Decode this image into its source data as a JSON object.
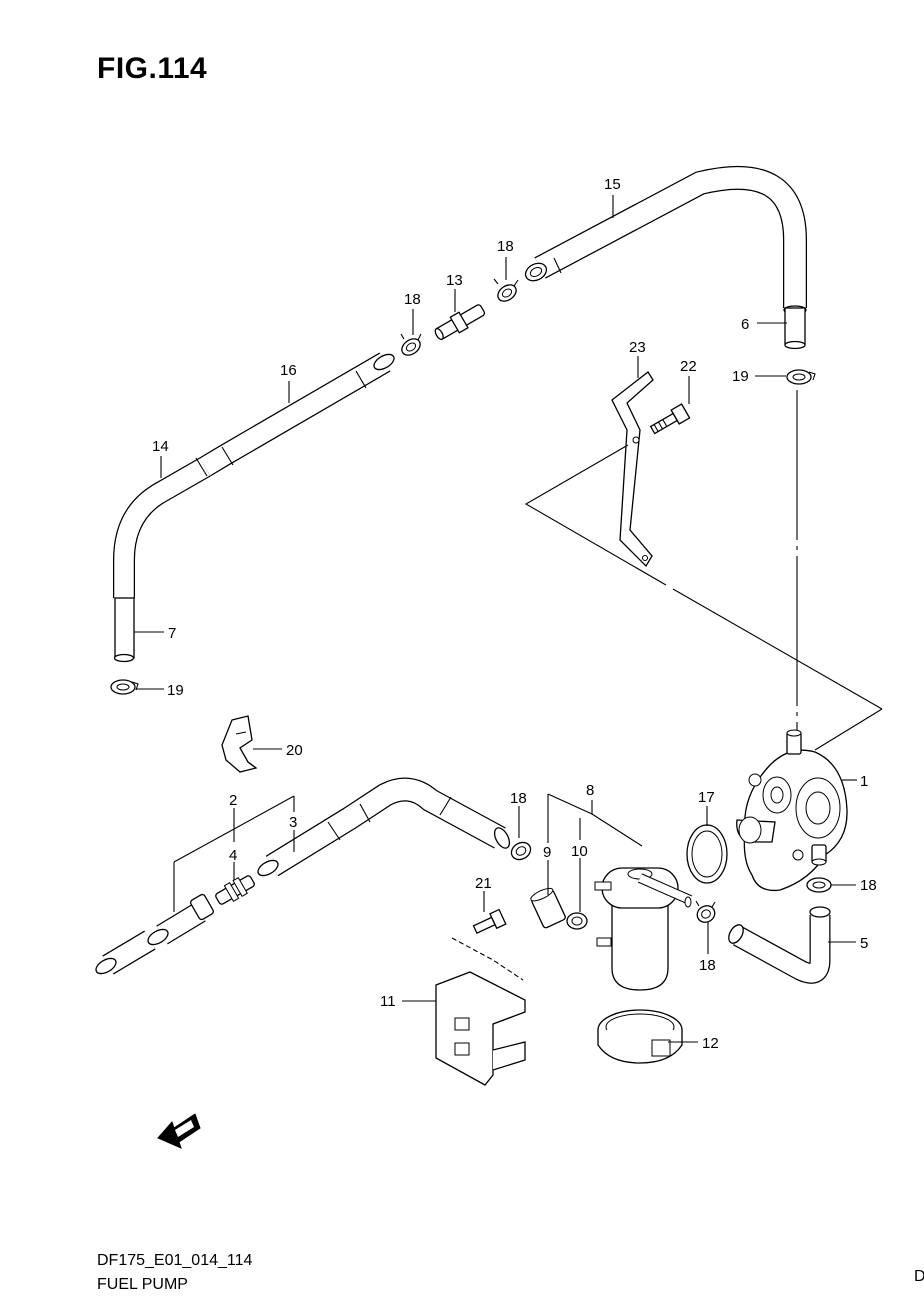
{
  "figure": {
    "title": "FIG.114",
    "footer_code": "DF175_E01_014_114",
    "footer_title": "FUEL PUMP",
    "edge_mark": "D"
  },
  "callouts": [
    "1",
    "2",
    "3",
    "4",
    "5",
    "6",
    "7",
    "8",
    "9",
    "10",
    "11",
    "12",
    "13",
    "14",
    "15",
    "16",
    "17",
    "18",
    "18",
    "18",
    "18",
    "18",
    "19",
    "19",
    "20",
    "21",
    "22",
    "23"
  ],
  "icons": {
    "forward": "fwd-arrow-icon"
  }
}
